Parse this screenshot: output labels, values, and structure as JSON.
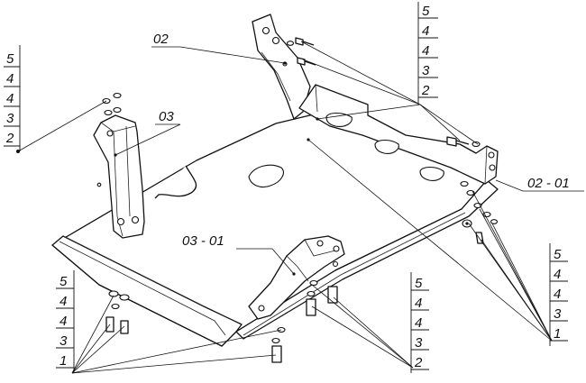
{
  "callouts": {
    "part_02": "02",
    "part_03": "03",
    "part_02_01": "02 - 01",
    "part_03_01": "03 - 01"
  },
  "stacks": {
    "top_left": [
      "5",
      "4",
      "4",
      "3",
      "2"
    ],
    "top_right": [
      "5",
      "4",
      "4",
      "3",
      "2"
    ],
    "bottom_left": [
      "5",
      "4",
      "4",
      "3",
      "1"
    ],
    "bottom_center": [
      "5",
      "4",
      "4",
      "3",
      "2"
    ],
    "bottom_right": [
      "5",
      "4",
      "4",
      "3",
      "1"
    ]
  }
}
